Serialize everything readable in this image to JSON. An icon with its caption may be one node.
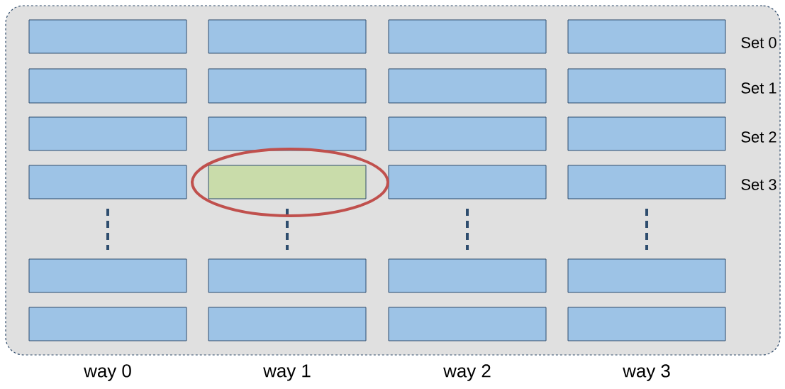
{
  "diagram": {
    "nodes": [
      {
        "text": [],
        "shape": "box"
      },
      {
        "text": [],
        "shape": "box",
        "in": 0
      },
      {
        "text": [],
        "shape": "box",
        "in": 0
      },
      {
        "text": [],
        "shape": "box",
        "in": 0
      },
      {
        "text": [],
        "shape": "box",
        "in": 0
      },
      {
        "text": [],
        "shape": "box",
        "in": 0
      },
      {
        "text": [],
        "shape": "box",
        "in": 0
      },
      {
        "text": [],
        "shape": "box",
        "in": 0
      },
      {
        "text": [],
        "shape": "box",
        "in": 0
      },
      {
        "text": [],
        "shape": "box",
        "in": 0
      },
      {
        "text": [],
        "shape": "box",
        "in": 0
      },
      {
        "text": [],
        "shape": "box",
        "in": 0
      },
      {
        "text": [],
        "shape": "box",
        "in": 0
      },
      {
        "text": [],
        "shape": "box",
        "in": 0
      },
      {
        "text": [],
        "shape": "box",
        "in": 0
      },
      {
        "text": [],
        "shape": "box",
        "in": 0
      },
      {
        "text": [],
        "shape": "box",
        "in": 0
      },
      {
        "text": [],
        "shape": "box",
        "in": 0
      },
      {
        "text": [],
        "shape": "box",
        "in": 0
      },
      {
        "text": [],
        "shape": "box",
        "in": 0
      },
      {
        "text": [],
        "shape": "box",
        "in": 0
      },
      {
        "text": [],
        "shape": "box",
        "in": 0
      },
      {
        "text": [],
        "shape": "box",
        "in": 0
      },
      {
        "text": [],
        "shape": "box",
        "in": 0
      },
      {
        "text": [],
        "shape": "box",
        "in": 0
      }
    ],
    "labels": [
      "Set 0",
      "Set 1",
      "Set 2",
      "Set 3",
      "way 0",
      "way 1",
      "way 2",
      "way 3"
    ]
  }
}
